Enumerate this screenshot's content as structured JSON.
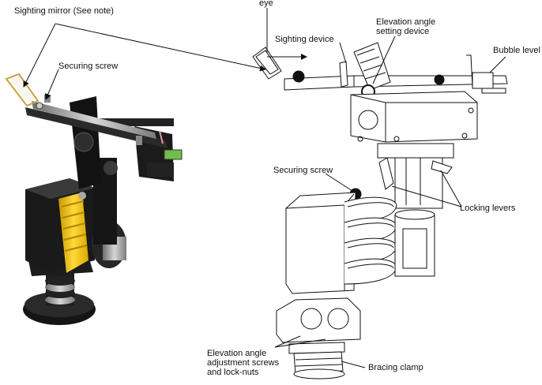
{
  "labels": {
    "sighting_mirror": "Sighting mirror (See note)",
    "securing_screw_left": "Securing screw",
    "eye": "eye",
    "sighting_device": "Sighting device",
    "elevation_setting_line1": "Elevation angle",
    "elevation_setting_line2": "setting device",
    "bubble_level": "Bubble level",
    "securing_screw_right": "Securing screw",
    "locking_levers": "Locking levers",
    "elev_adjust_line1": "Elevation angle",
    "elev_adjust_line2": "adjustment screws",
    "elev_adjust_line3": "and lock-nuts",
    "bracing_clamp": "Bracing clamp"
  },
  "colors": {
    "yellow_band": "#f2c500",
    "black_body": "#1a1a1a",
    "metal": "#a9a9a9",
    "line": "#111111"
  }
}
